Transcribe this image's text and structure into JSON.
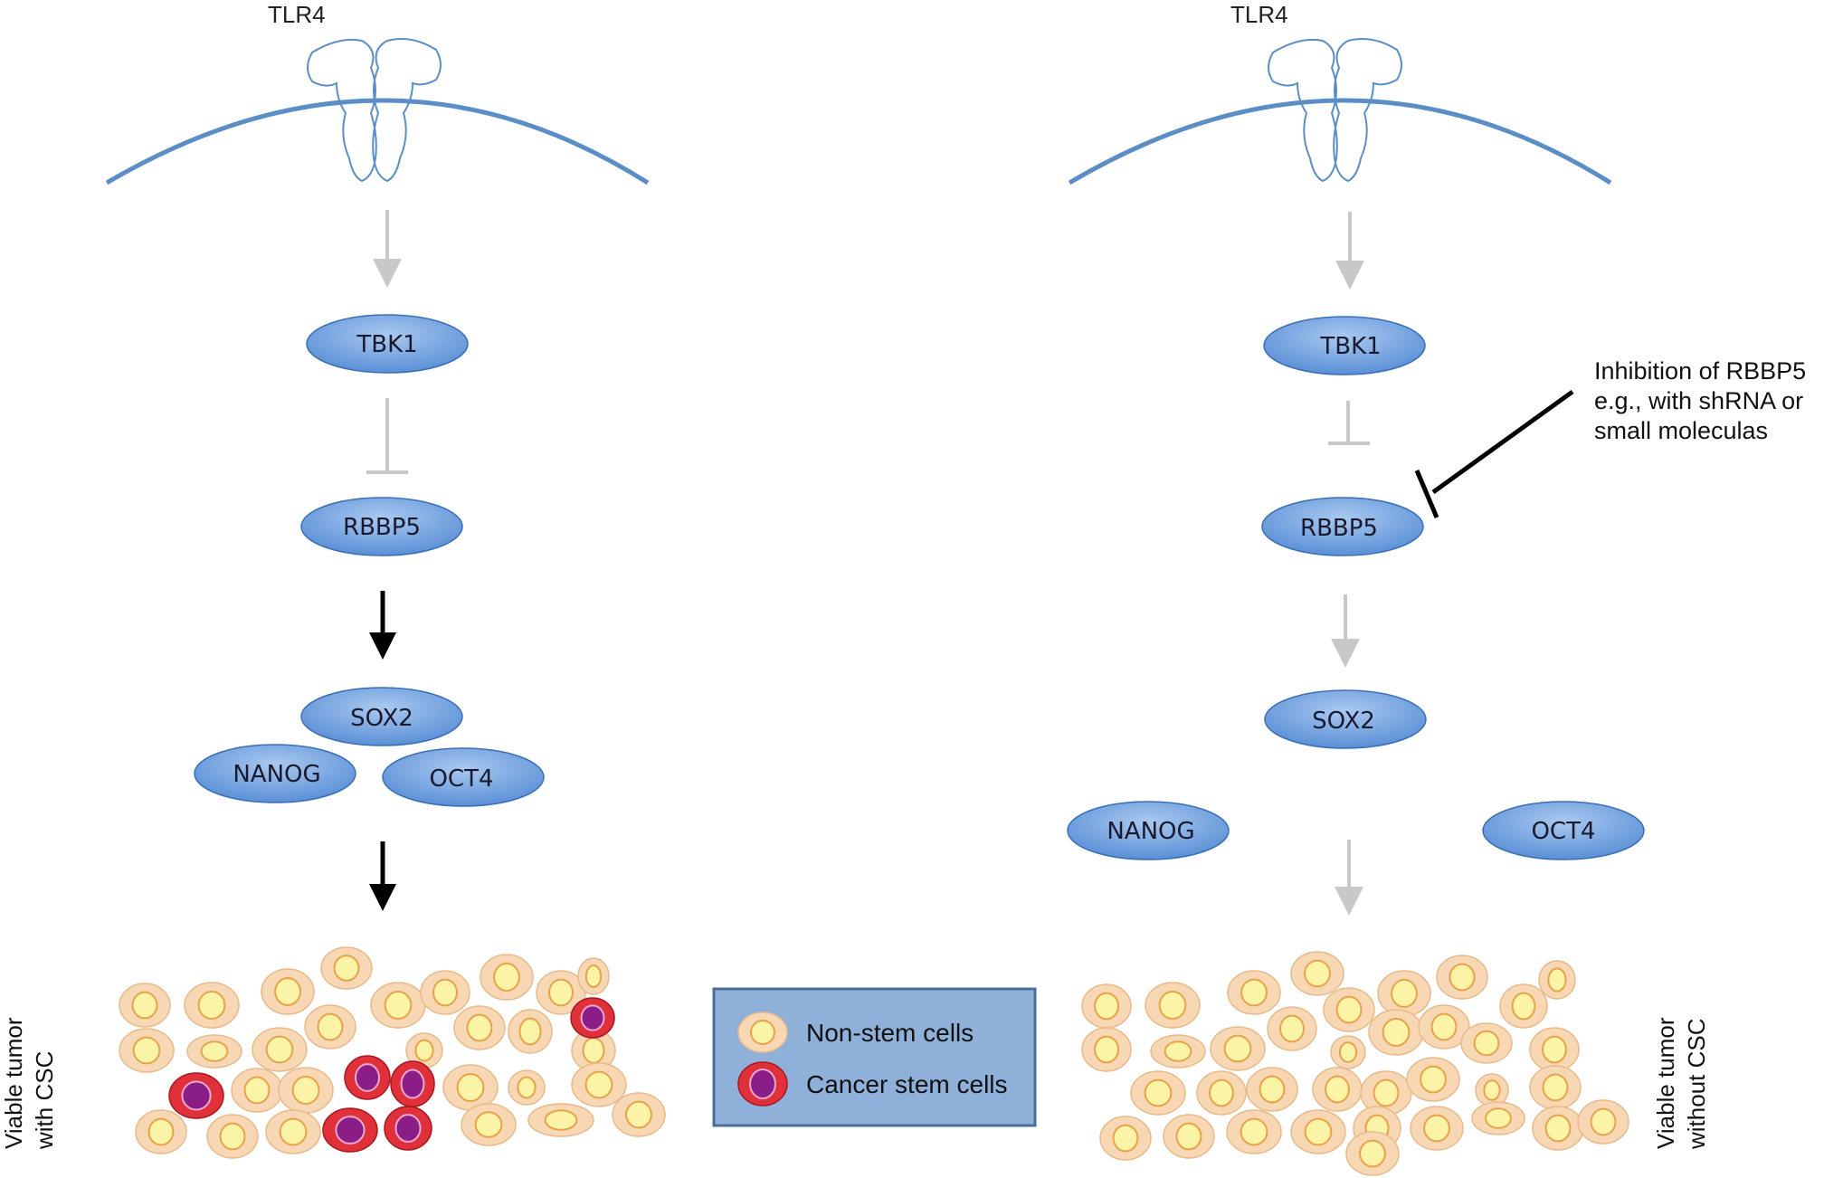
{
  "left": {
    "receptor": "TLR4",
    "nodes": {
      "tbk1": "TBK1",
      "rbbp5": "RBBP5",
      "sox2": "SOX2",
      "nanog": "NANOG",
      "oct4": "OCT4"
    },
    "tumor_label": [
      "Viable tumor",
      "with CSC"
    ]
  },
  "right": {
    "receptor": "TLR4",
    "nodes": {
      "tbk1": "TBK1",
      "rbbp5": "RBBP5",
      "sox2": "SOX2",
      "nanog": "NANOG",
      "oct4": "OCT4"
    },
    "inhibition_note": [
      "Inhibition of RBBP5",
      "e.g., with shRNA or",
      "small moleculas"
    ],
    "tumor_label": [
      "Viable tumor",
      "without CSC"
    ]
  },
  "legend": {
    "items": [
      {
        "label": "Non-stem cells",
        "kind": "non-stem"
      },
      {
        "label": "Cancer stem cells",
        "kind": "cancer-stem"
      }
    ]
  },
  "colors": {
    "node_fill": "#6fa0dc",
    "membrane": "#5b8ec6",
    "gray_arrow": "#c8c8c8",
    "black_arrow": "#000000",
    "cell_fill": "#f8d8b4",
    "nucleus_fill": "#fbf3a6",
    "stem_fill": "#e0303a",
    "stem_nucleus": "#8a1e86",
    "legend_bg": "#8fb1d9"
  }
}
